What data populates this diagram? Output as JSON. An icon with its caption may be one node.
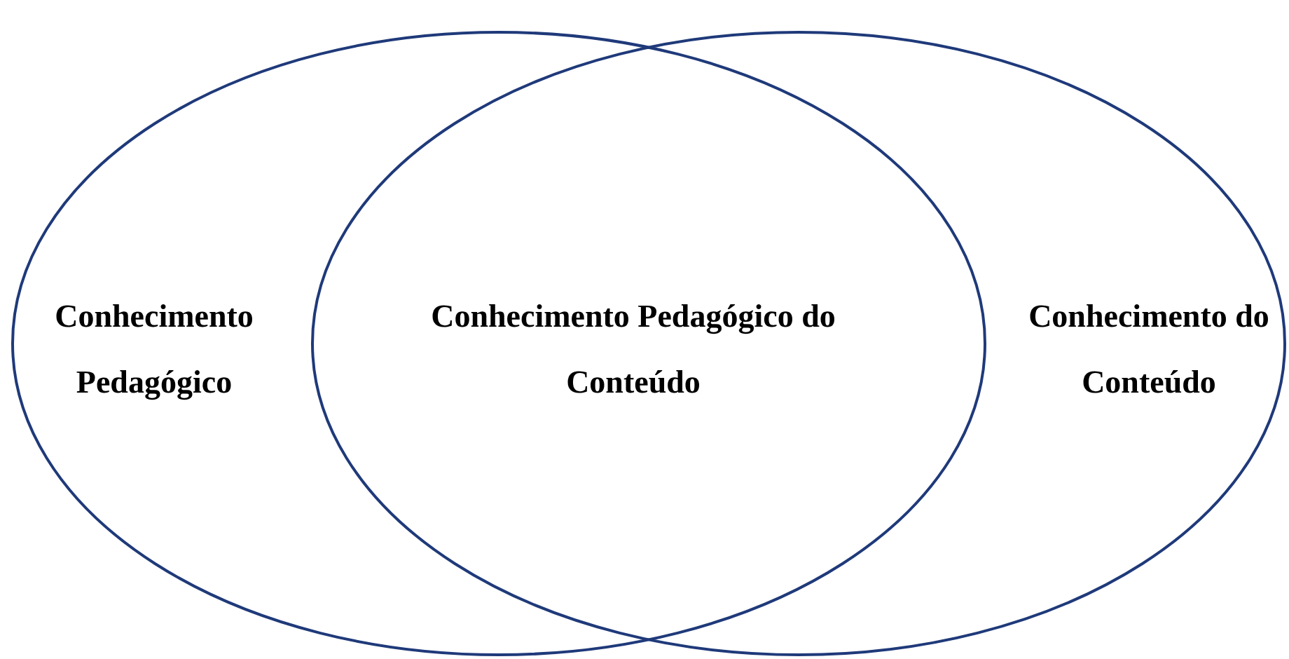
{
  "diagram": {
    "nodes": [
      {
        "text": [
          "Conhecimento Pedagógico"
        ]
      },
      {
        "text": [
          "Conhecimento do Conteúdo"
        ]
      }
    ],
    "labels": [
      "Conhecimento Pedagógico do Conteúdo"
    ]
  }
}
